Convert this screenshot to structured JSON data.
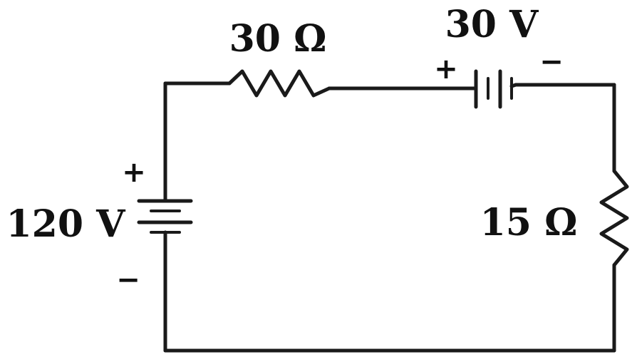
{
  "resistor_top": {
    "label": "30 Ω"
  },
  "battery_top": {
    "label": "30 V",
    "plus": "+",
    "minus": "−"
  },
  "battery_left": {
    "label": "120 V",
    "plus": "+",
    "minus": "−"
  },
  "resistor_right": {
    "label": "15 Ω"
  }
}
